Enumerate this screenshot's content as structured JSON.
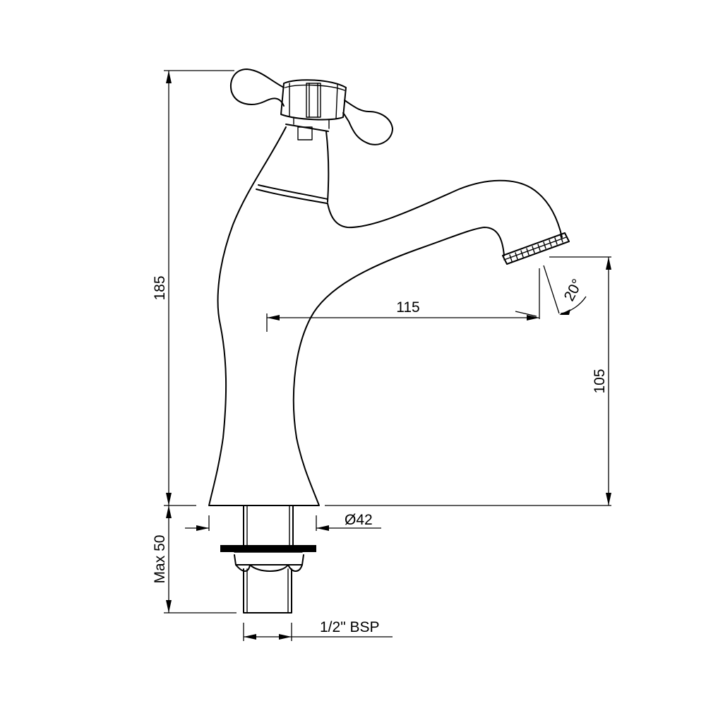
{
  "dimensions": {
    "height_total": "185",
    "spout_height": "105",
    "reach": "115",
    "spout_angle": "20°",
    "base_diameter": "Ø42",
    "max_deck_thickness": "Max 50",
    "thread": "1/2\" BSP"
  }
}
